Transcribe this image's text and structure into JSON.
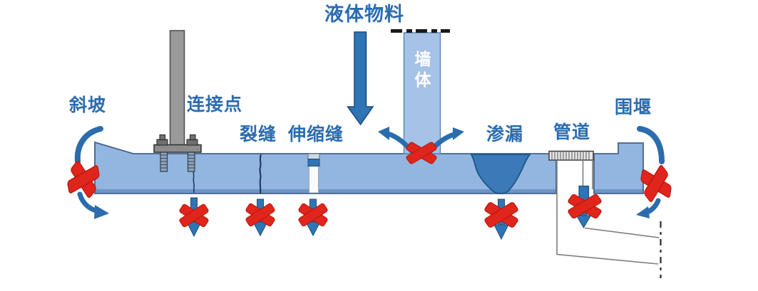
{
  "diagram": {
    "labels": {
      "slope": "斜坡",
      "connection_point": "连接点",
      "crack": "裂缝",
      "expansion_joint": "伸缩缝",
      "liquid_material": "液体物料",
      "wall": "墙体",
      "seepage": "渗漏",
      "pipe": "管道",
      "cofferdam": "围堰"
    },
    "blocked_paths": [
      "slope-edge",
      "connection-point-anchor",
      "crack",
      "expansion-joint",
      "wall-base-joint",
      "seepage-funnel",
      "pipe-penetration",
      "cofferdam-edge"
    ],
    "colors": {
      "label_blue": "#2b6cb0",
      "slab_fill": "#92b6e0",
      "slab_border": "#44618c",
      "slab_bottom_band": "#6d94c4",
      "wall_fill": "#a6c2e6",
      "seepage_fill": "#3c79b8",
      "arrow_blue": "#2e75b6",
      "arrow_dark": "#1f4e79",
      "x_mark_red": "#e0261c",
      "post_gray": "#9a9a9a",
      "pipe_line_gray": "#7d7d7d",
      "wall_label_white": "#ffffff"
    }
  }
}
